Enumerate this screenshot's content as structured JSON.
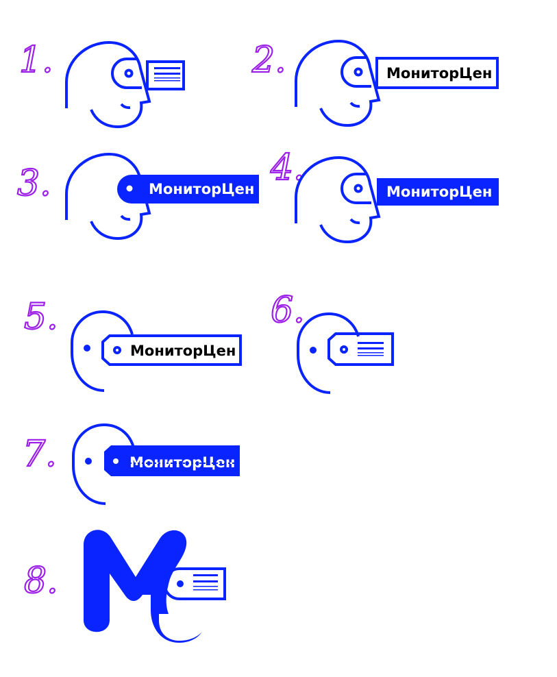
{
  "sheet": {
    "variants": [
      {
        "number": "1."
      },
      {
        "number": "2.",
        "label": "МониторЦен"
      },
      {
        "number": "3.",
        "label": "МониторЦен"
      },
      {
        "number": "4.",
        "label": "МониторЦен"
      },
      {
        "number": "5.",
        "label": "МониторЦен"
      },
      {
        "number": "6."
      },
      {
        "number": "7.",
        "label": "МониторЦен"
      },
      {
        "number": "8."
      }
    ]
  },
  "colors": {
    "brand_blue": "#0a24ff",
    "annotation_purple": "#9b1fe8"
  }
}
